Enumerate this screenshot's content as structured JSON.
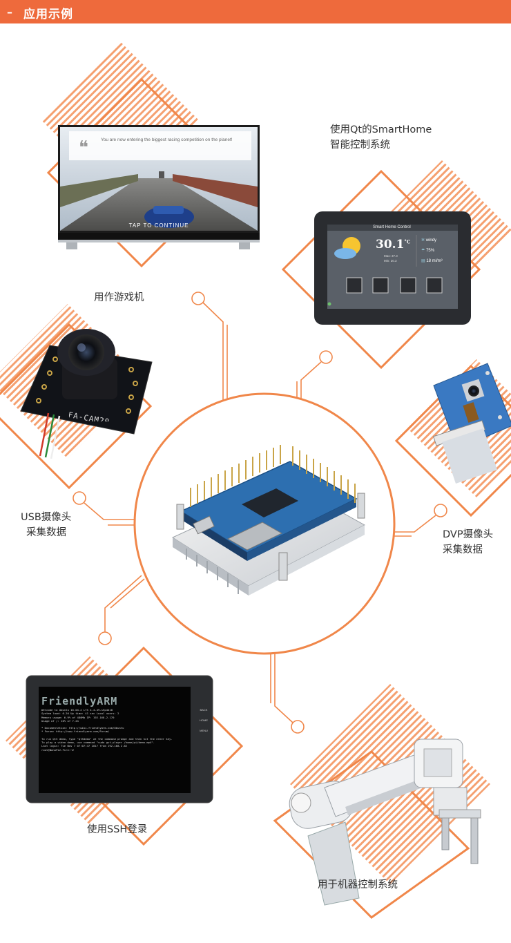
{
  "header": {
    "dash": "–",
    "title": "应用示例"
  },
  "labels": {
    "game_console": "用作游戏机",
    "smarthome_line1": "使用Qt的SmartHome",
    "smarthome_line2": "智能控制系统",
    "usb_camera_line1": "USB摄像头",
    "usb_camera_line2": "采集数据",
    "dvp_camera_line1": "DVP摄像头",
    "dvp_camera_line2": "采集数据",
    "ssh_login": "使用SSH登录",
    "robot_control": "用于机器控制系统"
  },
  "tv_screen": {
    "quote": "You are now entering the biggest racing competition on the planet!",
    "tap": "TAP TO CONTINUE"
  },
  "smart_panel": {
    "bar_text": "Smart Home Control",
    "temperature": "30.1",
    "temp_unit": "°C",
    "max": "Max: 37.3",
    "min": "Min: 20.3",
    "wind": "windy",
    "humidity": "75%",
    "pm": "18 ml/m³"
  },
  "camera_module": {
    "silk": "FA-CAM20"
  },
  "terminal": {
    "brand": "FriendlyARM",
    "lines": [
      "Welcome to Ubuntu 16.04.2 LTS 4.4.49-s5p4418",
      "System load:  0.20         Up time:      41 sec        Local users:  2",
      "Memory usage: 6.9% of 480Mb   IP:        192.168.2.170",
      "Usage of /:   10% of 7.2G",
      "",
      " * Documentation: http://wiki.friendlyarm.com/Ubuntu",
      " * Forum: http://www.friendlyarm.com/Forum/",
      "",
      "To run Qt5 demo, type \"qt5demo\" at the command prompt and then hit the enter key.",
      "To play a video demo, use command \"sudo gst-player /home/pi/demo.mp4\".",
      "Last login: Tue Nov  7 07:07:47 2017 from 192.168.2.62",
      "root@NanoPi2-Fire:~# "
    ],
    "side_buttons": [
      "BACK",
      "HOME",
      "MENU"
    ]
  },
  "colors": {
    "accent": "#ee6a3c",
    "line": "#f08040",
    "board_blue": "#2d6fb0"
  }
}
